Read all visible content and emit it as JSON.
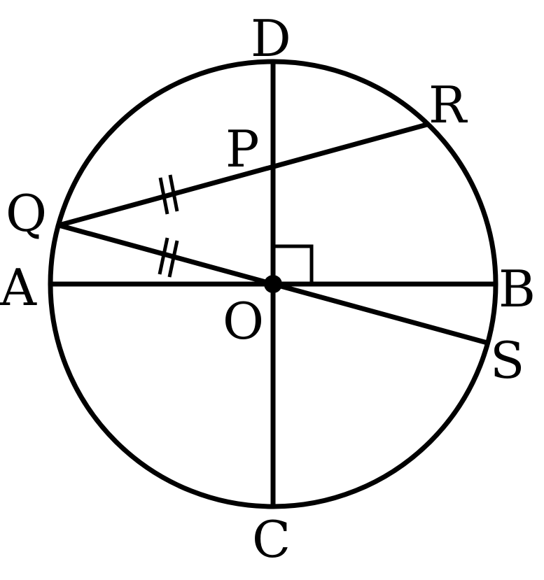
{
  "diagram": {
    "labels": {
      "A": "A",
      "B": "B",
      "C": "C",
      "D": "D",
      "O": "O",
      "P": "P",
      "Q": "Q",
      "R": "R",
      "S": "S"
    },
    "colors": {
      "ink": "#000000",
      "background": "#ffffff"
    }
  }
}
